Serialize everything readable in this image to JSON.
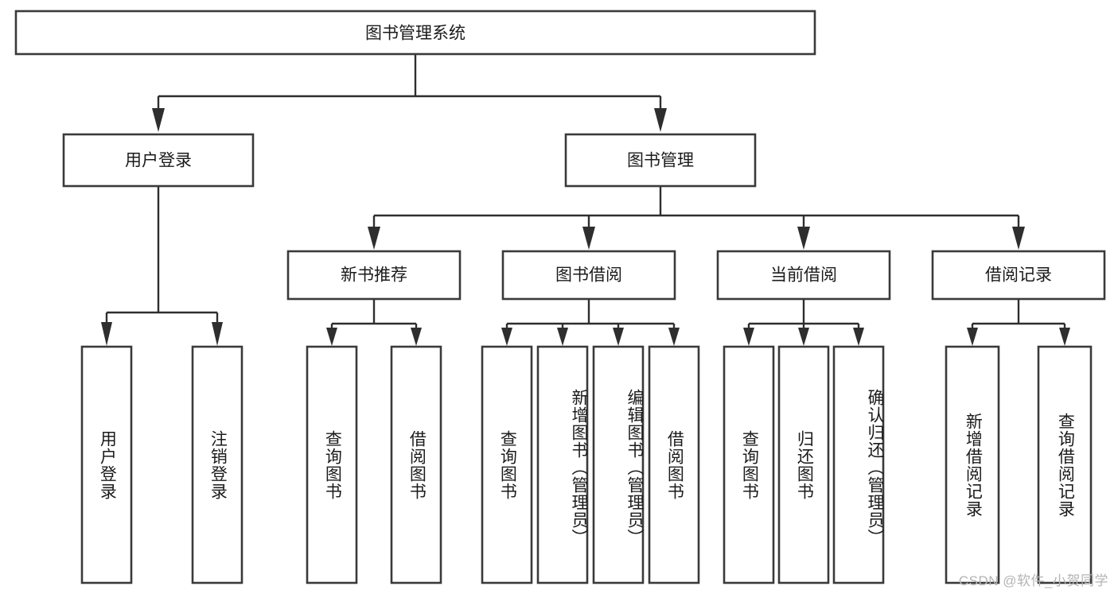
{
  "diagram": {
    "title": "图书管理系统",
    "type": "tree-hierarchy",
    "watermark": "CSDN @软件_小贺同学",
    "colors": {
      "box_stroke": "#3a3a3a",
      "box_fill": "#ffffff",
      "connector": "#2e2e2e",
      "text": "#1b1b1b",
      "watermark": "#b4b4b4",
      "background": "#ffffff"
    },
    "root": {
      "label": "图书管理系统"
    },
    "level2": [
      {
        "label": "用户登录"
      },
      {
        "label": "图书管理"
      }
    ],
    "level3": [
      {
        "label": "新书推荐"
      },
      {
        "label": "图书借阅"
      },
      {
        "label": "当前借阅"
      },
      {
        "label": "借阅记录"
      }
    ],
    "leaves": {
      "user_login": [
        {
          "label": "用户登录"
        },
        {
          "label": "注销登录"
        }
      ],
      "new_book_recommend": [
        {
          "label": "查询图书"
        },
        {
          "label": "借阅图书"
        }
      ],
      "book_borrow": [
        {
          "label": "查询图书"
        },
        {
          "label": "新增图书（管理员）"
        },
        {
          "label": "编辑图书（管理员）"
        },
        {
          "label": "借阅图书"
        }
      ],
      "current_borrow": [
        {
          "label": "查询图书"
        },
        {
          "label": "归还图书"
        },
        {
          "label": "确认归还（管理员）"
        }
      ],
      "borrow_record": [
        {
          "label": "新增借阅记录"
        },
        {
          "label": "查询借阅记录"
        }
      ]
    }
  }
}
